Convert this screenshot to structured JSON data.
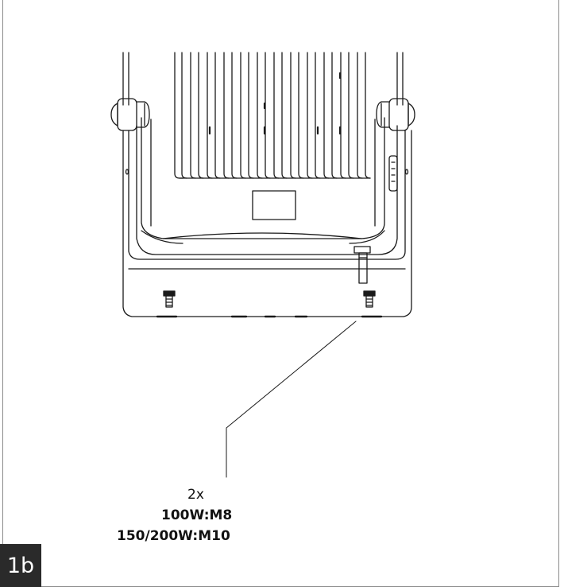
{
  "figure": {
    "label": "1b"
  },
  "callout": {
    "quantity": "2x",
    "spec_100w": "100W:M8",
    "spec_150_200w": "150/200W:M10"
  },
  "colors": {
    "line": "#1a1a1a",
    "frame": "#8a8a8a",
    "label_bg": "#2a2a2a",
    "label_text": "#ffffff"
  }
}
